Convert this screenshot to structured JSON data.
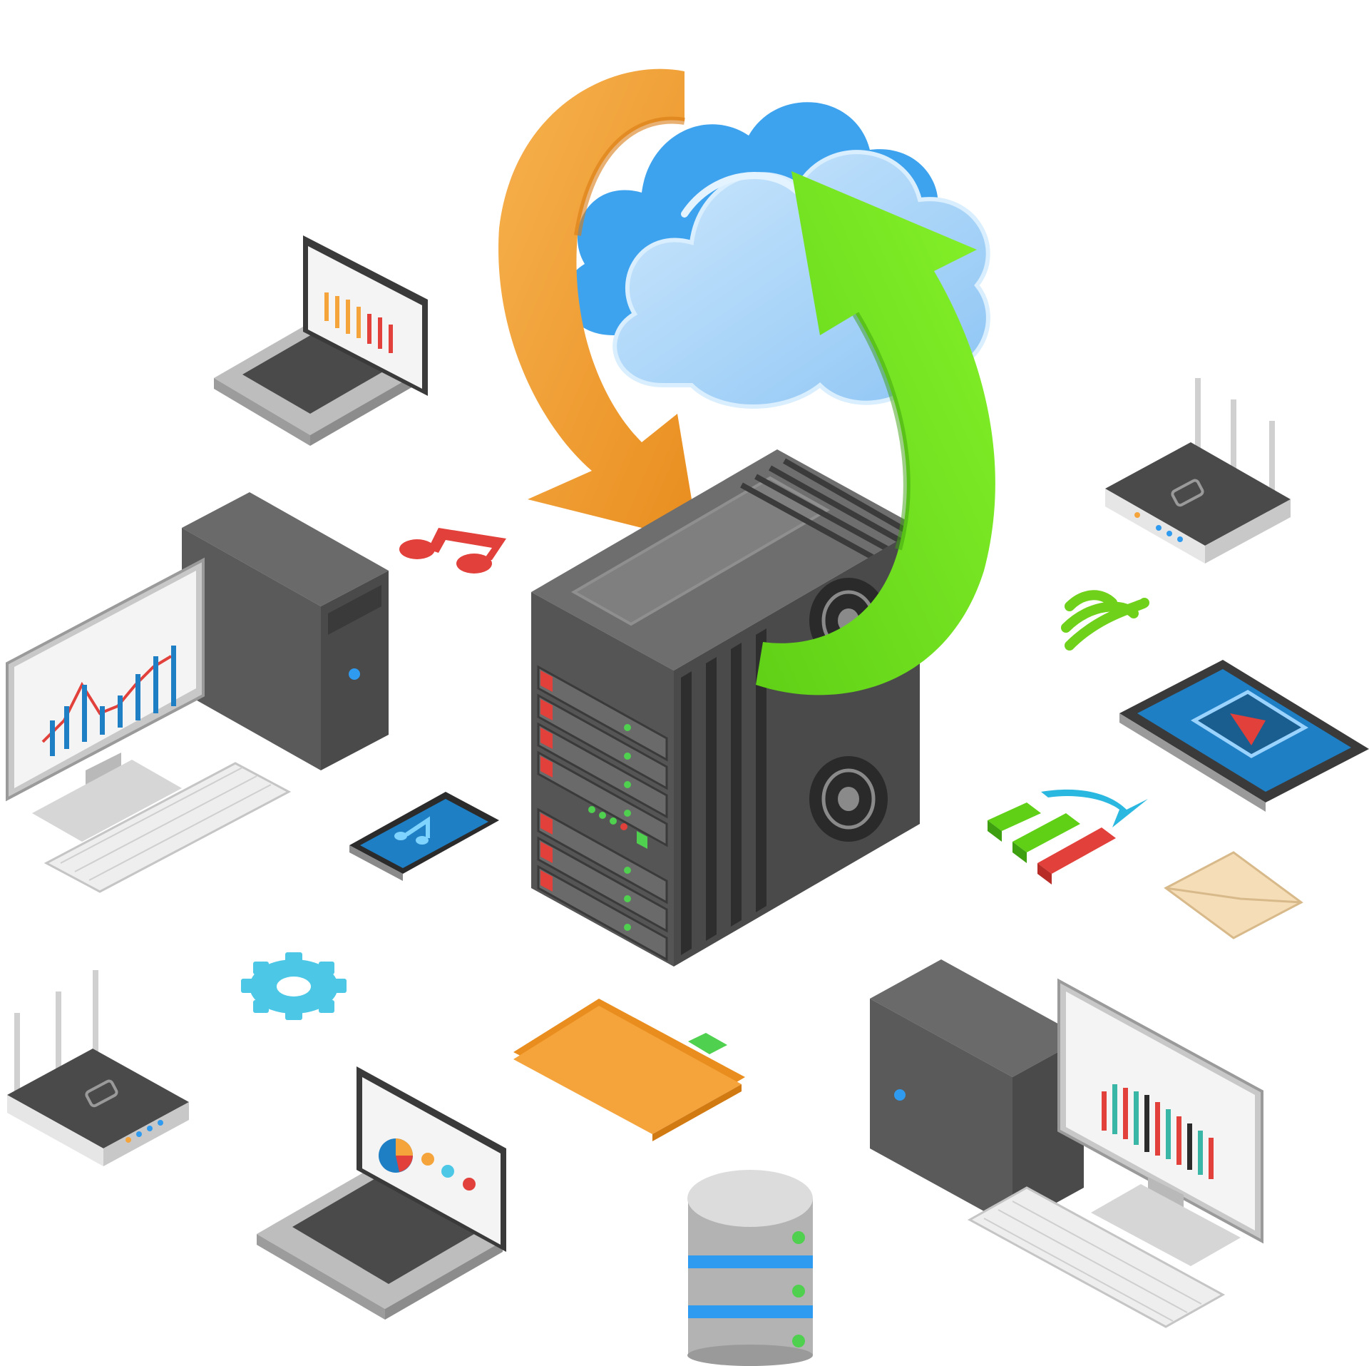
{
  "illustration": {
    "name": "isometric-cloud-computing-network",
    "text_labels": [],
    "colors": {
      "background": "#ffffff",
      "cloud_light": "#b7dcfb",
      "cloud_mid": "#8fc6f5",
      "cloud_dark": "#3ea3ef",
      "arrow_orange": "#f5a43b",
      "arrow_orange_dark": "#e0871a",
      "arrow_green": "#78e81a",
      "arrow_green_dark": "#4fbf12",
      "server_dark": "#474747",
      "server_mid": "#5e5e5e",
      "server_light": "#7a7a7a",
      "device_light": "#c9c9c9",
      "screen_blue": "#1f7fc4",
      "accent_red": "#e2403a",
      "accent_green": "#4fd04f",
      "folder": "#f5a43b",
      "gear": "#4cc8e6",
      "envelope": "#f5ddb8"
    },
    "objects": [
      {
        "id": "cloud",
        "icon": "cloud-icon"
      },
      {
        "id": "sync-arrow-down",
        "icon": "orange-arrow-icon"
      },
      {
        "id": "sync-arrow-up",
        "icon": "green-arrow-icon"
      },
      {
        "id": "server",
        "icon": "server-tower-icon"
      },
      {
        "id": "laptop-top-left",
        "icon": "laptop-icon"
      },
      {
        "id": "desktop-left",
        "icon": "desktop-computer-icon"
      },
      {
        "id": "router-top-right",
        "icon": "router-icon"
      },
      {
        "id": "wifi",
        "icon": "wifi-icon"
      },
      {
        "id": "tablet",
        "icon": "tablet-icon"
      },
      {
        "id": "bar-graph",
        "icon": "bar-chart-icon"
      },
      {
        "id": "envelope",
        "icon": "mail-icon"
      },
      {
        "id": "music-note",
        "icon": "music-note-icon"
      },
      {
        "id": "smartphone",
        "icon": "smartphone-icon"
      },
      {
        "id": "gear",
        "icon": "gear-icon"
      },
      {
        "id": "router-bottom-left",
        "icon": "router-icon"
      },
      {
        "id": "folder",
        "icon": "folder-icon"
      },
      {
        "id": "laptop-bottom",
        "icon": "laptop-icon"
      },
      {
        "id": "database",
        "icon": "database-icon"
      },
      {
        "id": "desktop-right",
        "icon": "desktop-computer-icon"
      }
    ]
  }
}
